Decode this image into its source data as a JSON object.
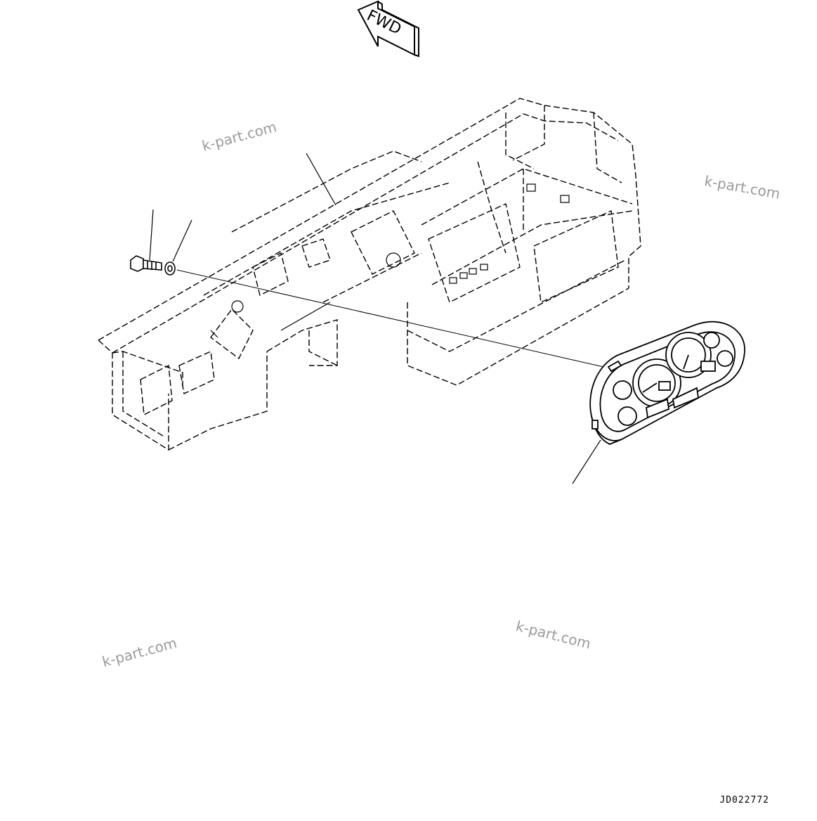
{
  "fwd_indicator": {
    "label": "FWD"
  },
  "watermarks": [
    "k-part.com",
    "k-part.com",
    "k-part.com",
    "k-part.com"
  ],
  "document": {
    "id": "JD022772"
  },
  "parts": {
    "dashboard_frame": {
      "icon": "dashboard-frame"
    },
    "bolt": {
      "icon": "bolt-icon"
    },
    "washer": {
      "icon": "washer-icon"
    },
    "instrument_cluster": {
      "icon": "instrument-cluster"
    }
  },
  "colors": {
    "line": "#000000",
    "watermark": "#9a9a9a",
    "background": "#ffffff"
  }
}
